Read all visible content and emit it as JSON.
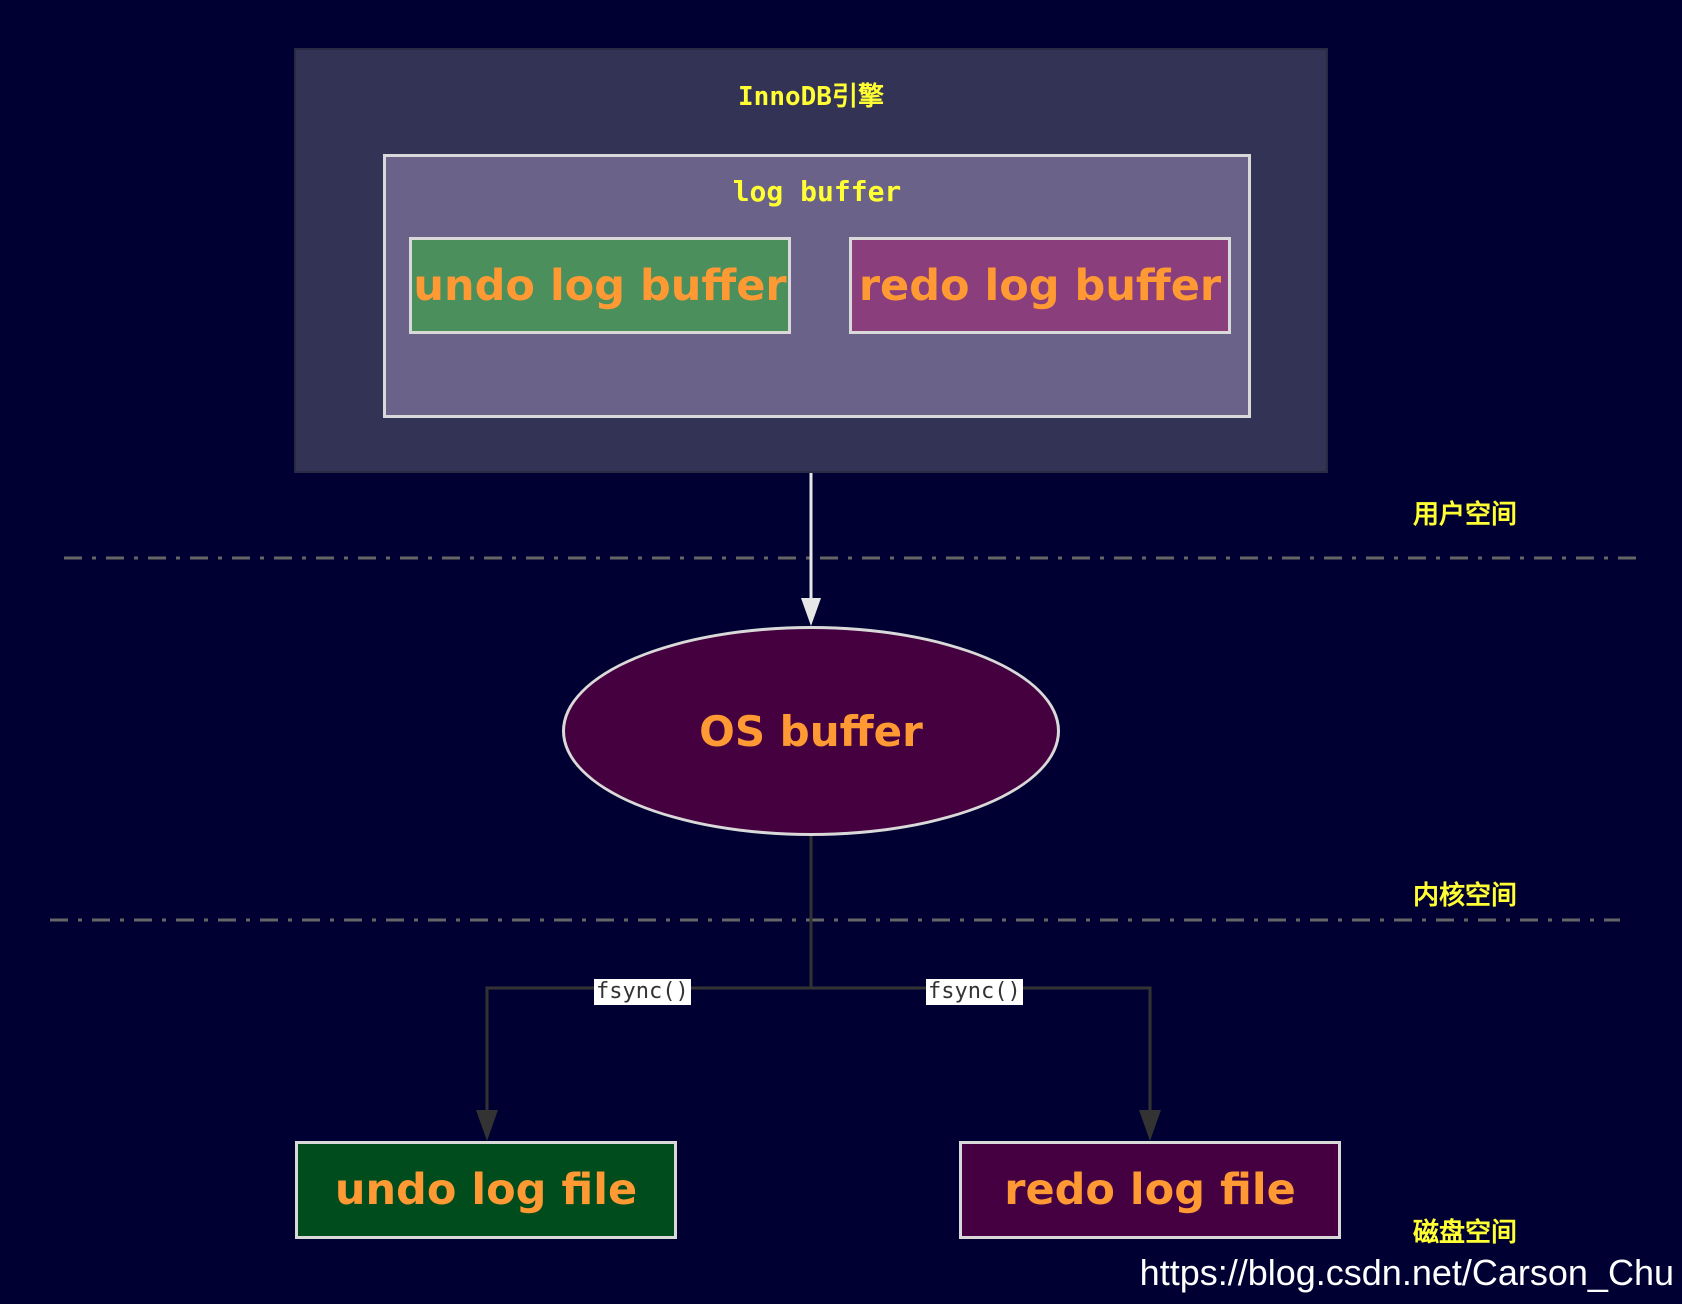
{
  "engine": {
    "title": "InnoDB引擎"
  },
  "log_buffer": {
    "title": "log buffer",
    "undo_label": "undo log buffer",
    "redo_label": "redo log buffer"
  },
  "os_buffer": {
    "label": "OS buffer"
  },
  "files": {
    "undo_label": "undo log file",
    "redo_label": "redo log file"
  },
  "edges": {
    "left_label": "fsync()",
    "right_label": "fsync()"
  },
  "spaces": {
    "user": "用户空间",
    "kernel": "内核空间",
    "disk": "磁盘空间"
  },
  "watermark": "https://blog.csdn.net/Carson_Chu",
  "colors": {
    "background": "#000033",
    "title_text": "#ffff33",
    "node_text": "#ff9933",
    "undo_buffer_fill": "#4b8f5c",
    "redo_buffer_fill": "#8a3f7c",
    "undo_file_fill": "#004c1c",
    "redo_file_fill": "#440040",
    "os_buffer_fill": "#44003f"
  }
}
